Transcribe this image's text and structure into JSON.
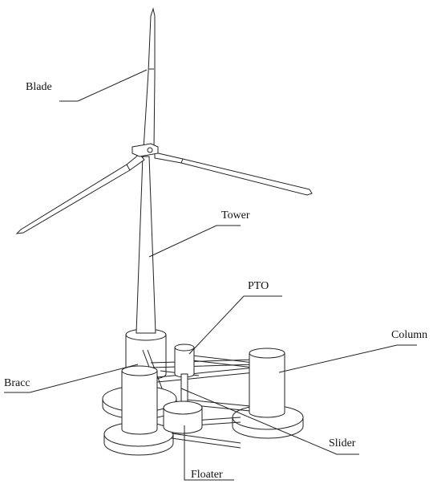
{
  "labels": {
    "blade": "Blade",
    "tower": "Tower",
    "pto": "PTO",
    "column": "Column",
    "bracc": "Bracc",
    "slider": "Slider",
    "floater": "Floater"
  }
}
